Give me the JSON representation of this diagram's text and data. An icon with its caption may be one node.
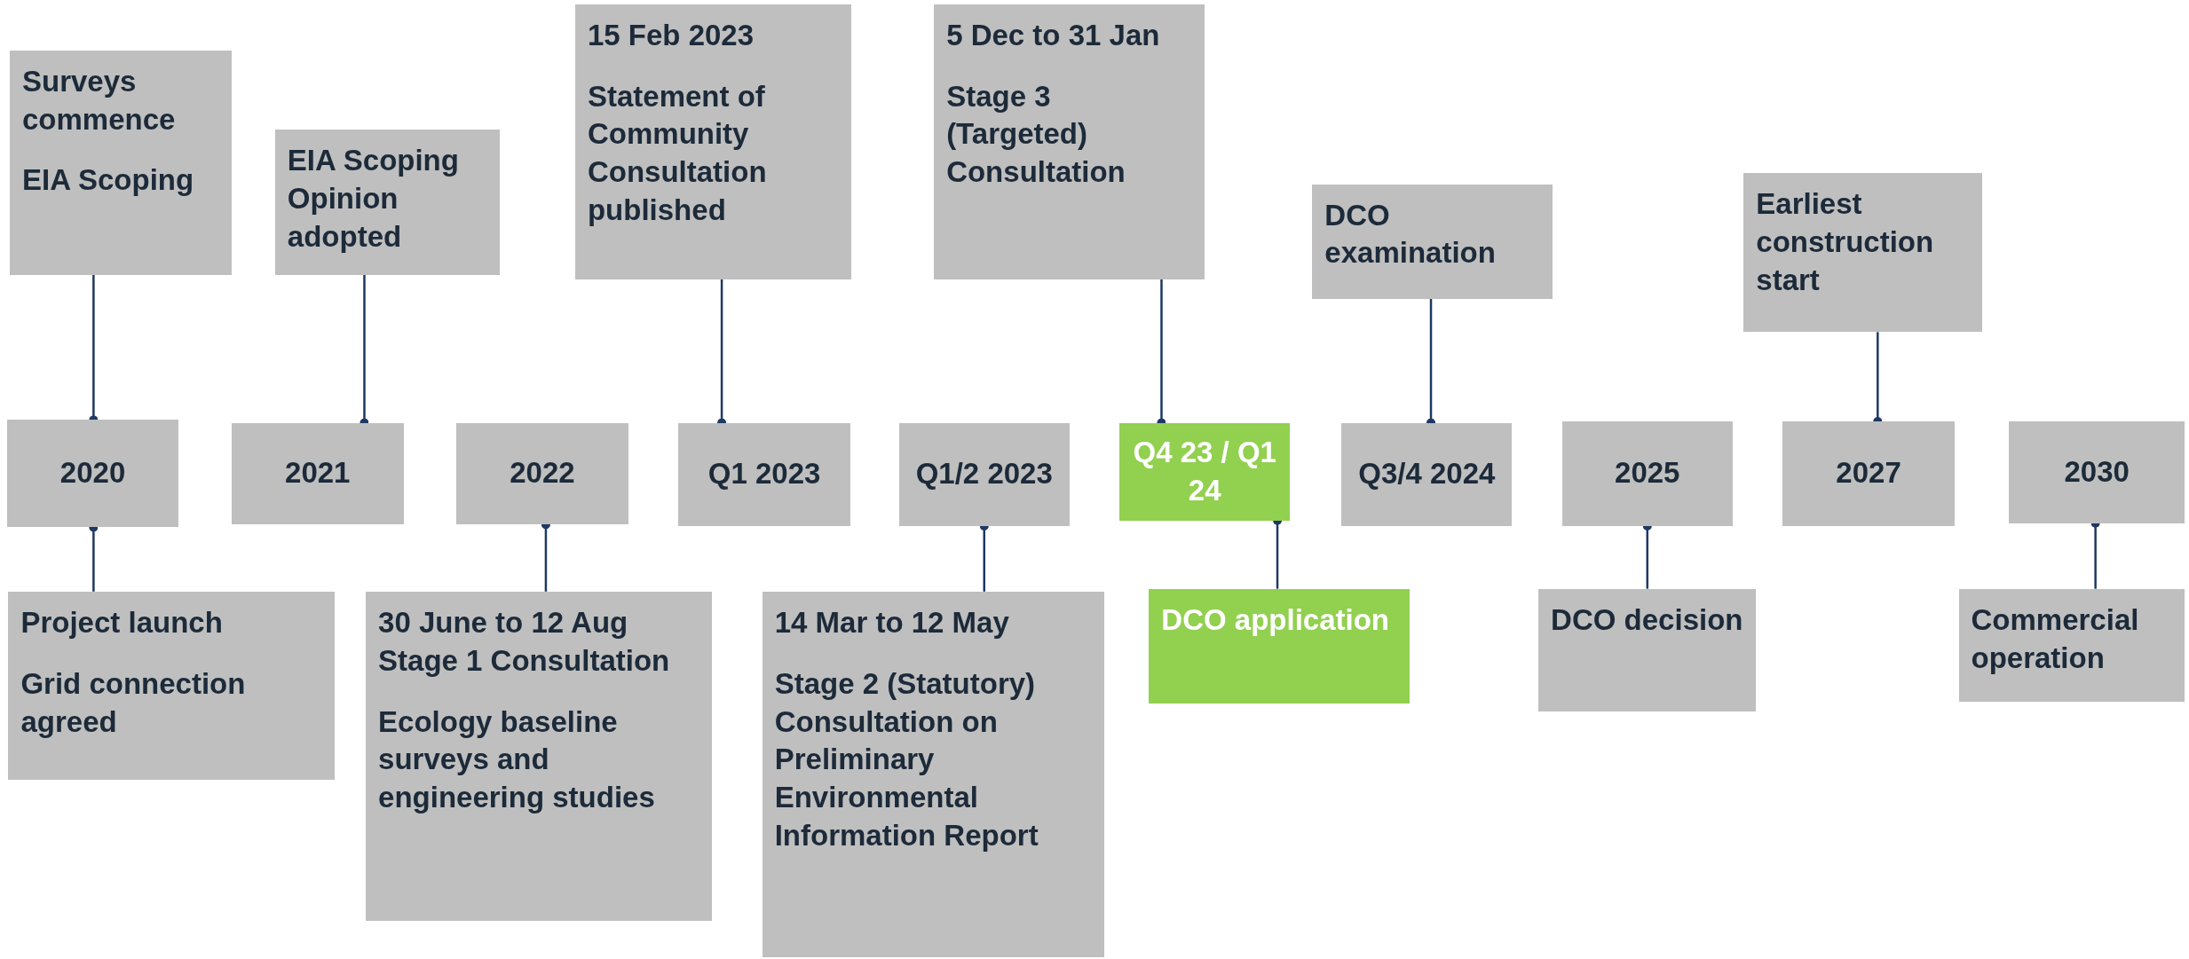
{
  "diagram": {
    "nodes": [
      {
        "text": [
          "Surveys commence",
          "EIA Scoping"
        ]
      },
      {
        "text": [
          "EIA Scoping Opinion adopted"
        ]
      },
      {
        "text": [
          "15 Feb 2023",
          "Statement of Community Consultation published"
        ]
      },
      {
        "text": [
          "5 Dec to 31 Jan",
          "Stage 3 (Targeted) Consultation"
        ]
      },
      {
        "text": [
          "DCO examination"
        ]
      },
      {
        "text": [
          "Earliest construction start"
        ]
      },
      {
        "text": [
          "2020"
        ]
      },
      {
        "text": [
          "2021"
        ]
      },
      {
        "text": [
          "2022"
        ]
      },
      {
        "text": [
          "Q1 2023"
        ]
      },
      {
        "text": [
          "Q1/2 2023"
        ]
      },
      {
        "text": [
          "Q4 23 / Q1 24"
        ]
      },
      {
        "text": [
          "Q3/4 2024"
        ]
      },
      {
        "text": [
          "2025"
        ]
      },
      {
        "text": [
          "2027"
        ]
      },
      {
        "text": [
          "2030"
        ]
      },
      {
        "text": [
          "Project launch",
          "Grid connection agreed"
        ]
      },
      {
        "text": [
          "30 June to 12 Aug",
          "Stage 1 Consultation",
          "Ecology baseline surveys and engineering studies"
        ]
      },
      {
        "text": [
          "14 Mar to 12 May",
          "Stage 2 (Statutory) Consultation on Preliminary Environmental Information Report"
        ]
      },
      {
        "text": [
          "DCO application"
        ]
      },
      {
        "text": [
          "DCO decision"
        ]
      },
      {
        "text": [
          "Commercial operation"
        ]
      }
    ],
    "edges": [
      {
        "from": 0,
        "to": 6,
        "arrow": "other"
      },
      {
        "from": 1,
        "to": 7,
        "arrow": "other"
      },
      {
        "from": 2,
        "to": 9,
        "arrow": "other"
      },
      {
        "from": 3,
        "to": 11,
        "arrow": "other"
      },
      {
        "from": 4,
        "to": 12,
        "arrow": "other"
      },
      {
        "from": 5,
        "to": 14,
        "arrow": "other"
      },
      {
        "from": 16,
        "to": 6,
        "arrow": "other"
      },
      {
        "from": 17,
        "to": 8,
        "arrow": "other"
      },
      {
        "from": 18,
        "to": 10,
        "arrow": "other"
      },
      {
        "from": 19,
        "to": 11,
        "arrow": "other"
      },
      {
        "from": 20,
        "to": 13,
        "arrow": "other"
      },
      {
        "from": 21,
        "to": 15,
        "arrow": "other"
      }
    ]
  }
}
